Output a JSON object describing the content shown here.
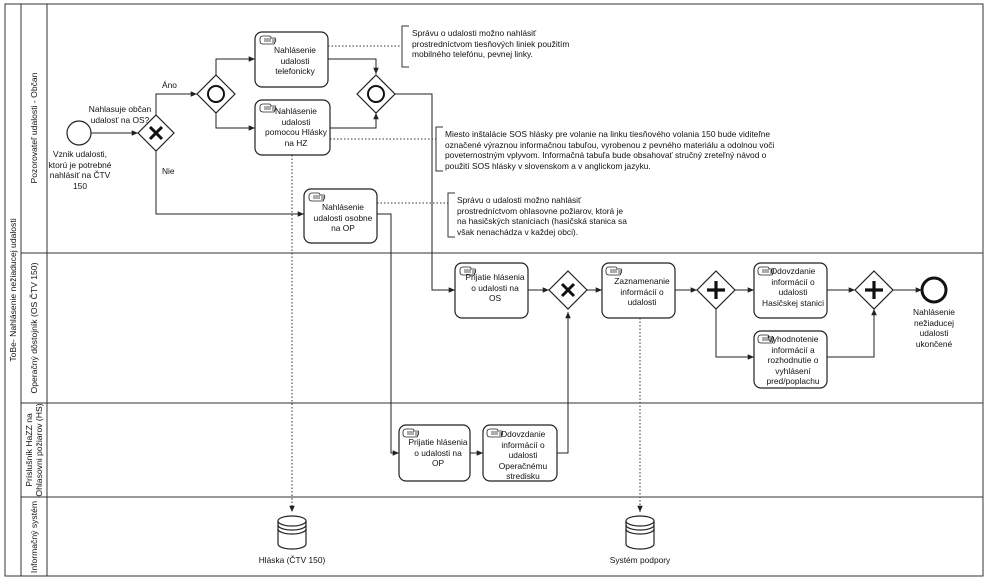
{
  "pool": {
    "title": "ToBe- Nahlásenie nežiaducej udalosti"
  },
  "lanes": [
    {
      "label": "Pozorovateľ udalosti - Občan"
    },
    {
      "label": "Operačný dôstojník (OS ČTV 150)"
    },
    {
      "label_line1": "Príslušník HaZZ na",
      "label_line2": "Ohlasovni požiarov (HS)"
    },
    {
      "label": "Informačný systém"
    }
  ],
  "events": {
    "start": "Vznik udalosti, ktorú je potrebné nahlásiť na ČTV 150",
    "end": "Nahlásenie nežiaducej udalosti ukončené"
  },
  "gateways": {
    "decision_question": "Nahlasuje občan udalosť na OS?",
    "yes_label": "Áno",
    "no_label": "Nie"
  },
  "tasks": {
    "nahlasenie_telefonicky": "Nahlásenie udalosti telefonicky",
    "nahlasenie_hlasky": "Nahlásenie udalosti pomocou Hlásky na HZ",
    "nahlasenie_osobne": "Nahlásenie udalosti osobne na OP",
    "prijatie_os": "Prijatie hlásenia o udalosti na OS",
    "zaznamenanie": "Zaznamenanie informácií o udalosti",
    "odovzdanie_hasicskej": "Odovzdanie informácií o udalosti Hasičskej stanici",
    "vyhodnotenie": "Vyhodnotenie informácií a rozhodnutie o vyhlásení pred/poplachu",
    "prijatie_op": "Prijatie hlásenia o udalosti na OP",
    "odovzdanie_operacnemu": "Odovzdanie informácií o udalosti Operačnému stredisku"
  },
  "annotations": {
    "telefonicky": "Správu o udalosti možno nahlásiť prostredníctvom tiesňových liniek použitím mobilného telefónu, pevnej linky.",
    "hlasky": "Miesto inštalácie SOS hlásky pre volanie na linku tiesňového volania 150 bude viditeľne označené výraznou informačnou tabuľou, vyrobenou z pevného materiálu a odolnou voči poveternostným vplyvom. Informačná tabuľa bude obsahovať stručný zreteľný návod o použití SOS hlásky v slovenskom a v anglickom jazyku.",
    "osobne": "Správu o udalosti možno nahlásiť prostredníctvom ohlasovne požiarov, ktorá je na hasičských staniciach (hasičská stanica sa však nenachádza v každej obci)."
  },
  "data_stores": {
    "hlaska": "Hláska (ČTV 150)",
    "system": "Systém podpory"
  }
}
